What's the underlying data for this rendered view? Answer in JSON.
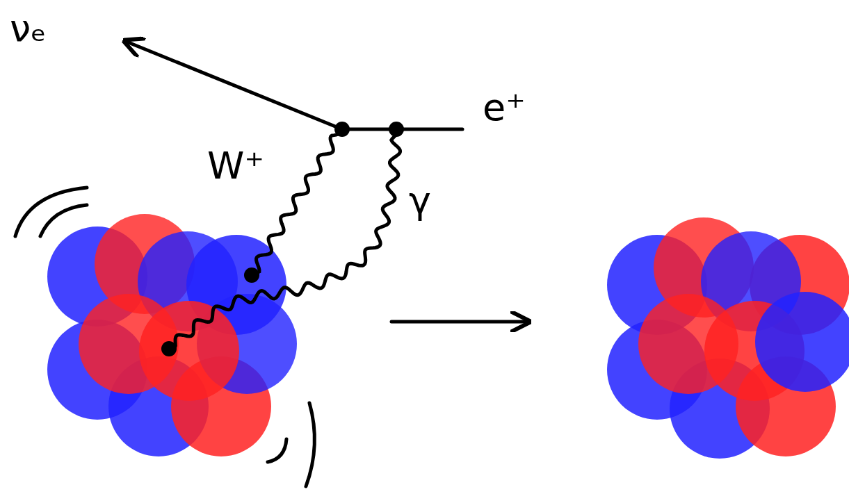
{
  "diagram": {
    "labels": [
      "νₑ",
      "W⁺",
      "e⁺",
      "γ"
    ]
  }
}
